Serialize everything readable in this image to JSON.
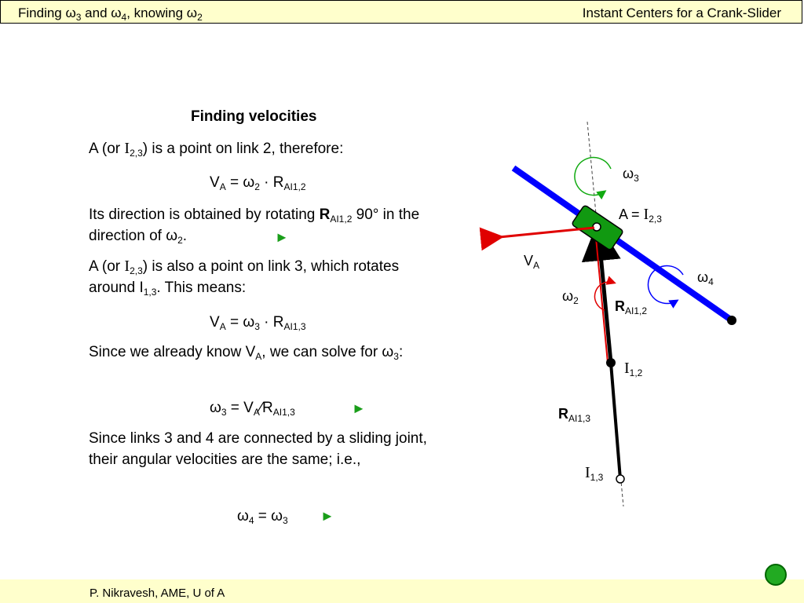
{
  "header": {
    "left_title": "Finding ω3 and ω4, knowing ω2",
    "right_title": "Instant Centers for a Crank-Slider"
  },
  "body": {
    "heading": "Finding velocities",
    "p1_a": "A (or ",
    "I": "I",
    "sub_23": "2,3",
    "p1_b": ") is a point on link 2, therefore:",
    "eq1_VA": "V",
    "sub_A": "A",
    "eq1_mid": " = ω",
    "sub_2": "2",
    "eq_dot_R": " · R",
    "sub_AI12": "AI1,2",
    "p2_a": "Its direction is obtained by rotating ",
    "R_bold": "R",
    "p2_b": " 90° in the direction of ω",
    "p2_c": ".",
    "p3_b": ") is also a point on link 3, which rotates around I",
    "sub_13": "1,3",
    "p3_c": ". This means:",
    "sub_3": "3",
    "sub_AI13": "AI1,3",
    "p4_a": "Since we already know V",
    "p4_b": ", we can solve for ω",
    "p4_c": ":",
    "eq3_a": "ω",
    "eq3_b": " = V",
    "eq3_c": "∕R",
    "p5": "Since links 3 and 4 are connected by a sliding joint, their angular velocities are the same; i.e.,",
    "eq4_a": "ω",
    "sub_4": "4",
    "eq4_b": " = ω",
    "play_symbol": "►"
  },
  "diagram": {
    "label_w3": "ω",
    "label_A_eq": "A = ",
    "label_VA": "V",
    "label_w4": "ω",
    "label_w2": "ω",
    "label_R": "R",
    "label_I": "I",
    "sub_12": "1,2",
    "sub_13": "1,3",
    "colors": {
      "slider_link": "#0000ff",
      "crank": "#000000",
      "velocity_vector": "#e00000",
      "block": "#119911",
      "omega3_arrow": "#11aa11",
      "omega4_arrow": "#0000ff",
      "omega2_arrow": "#e00000",
      "nav": "#1a9e1a"
    }
  },
  "footer": {
    "credit": "P. Nikravesh, AME, U of A"
  }
}
